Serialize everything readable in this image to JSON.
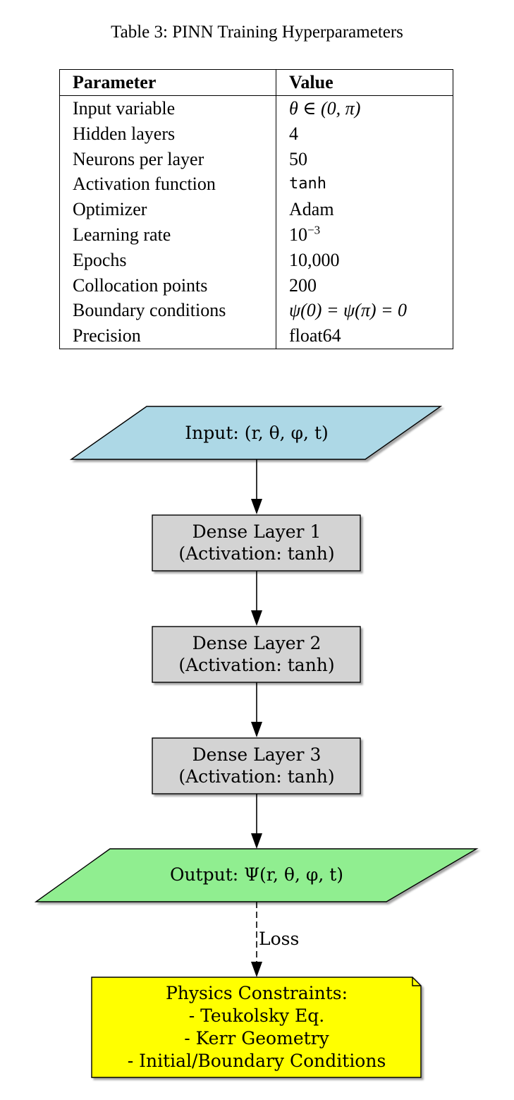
{
  "table": {
    "caption": "Table 3: PINN Training Hyperparameters",
    "headers": [
      "Parameter",
      "Value"
    ],
    "rows": [
      {
        "param": "Input variable",
        "value": "θ ∈ (0, π)"
      },
      {
        "param": "Hidden layers",
        "value": "4"
      },
      {
        "param": "Neurons per layer",
        "value": "50"
      },
      {
        "param": "Activation function",
        "value": "tanh"
      },
      {
        "param": "Optimizer",
        "value": "Adam"
      },
      {
        "param": "Learning rate",
        "value_base": "10",
        "value_exp": "−3"
      },
      {
        "param": "Epochs",
        "value": "10,000"
      },
      {
        "param": "Collocation points",
        "value": "200"
      },
      {
        "param": "Boundary conditions",
        "value": "ψ(0) = ψ(π) = 0"
      },
      {
        "param": "Precision",
        "value": "float64"
      }
    ]
  },
  "diagram": {
    "nodes": {
      "input": {
        "label": "Input: (r, θ, φ, t)",
        "color": "#add8e6"
      },
      "dense1": {
        "line1": "Dense Layer 1",
        "line2": "(Activation: tanh)",
        "color": "#d3d3d3"
      },
      "dense2": {
        "line1": "Dense Layer 2",
        "line2": "(Activation: tanh)",
        "color": "#d3d3d3"
      },
      "dense3": {
        "line1": "Dense Layer 3",
        "line2": "(Activation: tanh)",
        "color": "#d3d3d3"
      },
      "output": {
        "label": "Output: Ψ(r, θ, φ, t)",
        "color": "#90ee90"
      },
      "physics": {
        "line1": "Physics Constraints:",
        "line2": "- Teukolsky Eq.",
        "line3": "- Kerr Geometry",
        "line4": "- Initial/Boundary Conditions",
        "color": "#ffff00"
      }
    },
    "edge_label_loss": "Loss"
  }
}
